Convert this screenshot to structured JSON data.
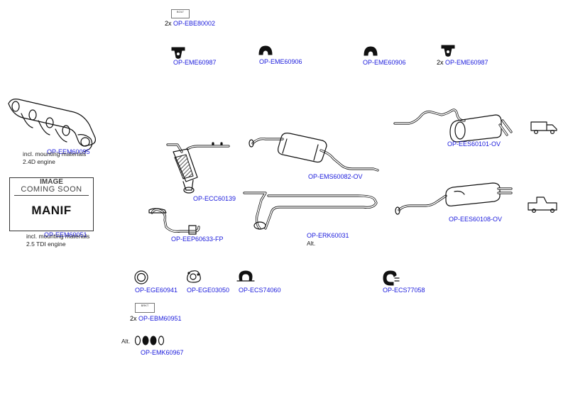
{
  "parts": {
    "ebe80002": {
      "qty": "2x",
      "code": "OP-EBE80002",
      "tag": "BOLT"
    },
    "eme60987_a": {
      "code": "OP-EME60987"
    },
    "eme60906_a": {
      "code": "OP-EME60906"
    },
    "eme60906_b": {
      "code": "OP-EME60906"
    },
    "eme60987_b": {
      "qty": "2x",
      "code": "OP-EME60987"
    },
    "eem60095": {
      "code": "OP-EEM60095",
      "note1": "incl. mounting materials",
      "note2": "2.4D engine"
    },
    "eem60051": {
      "code": "OP-EEM60051",
      "note1": "incl. mounting materials",
      "note2": "2.5 TDI engine"
    },
    "ecc60139": {
      "code": "OP-ECC60139"
    },
    "eep60633": {
      "code": "OP-EEP60633-FP"
    },
    "ems60082": {
      "code": "OP-EMS60082-OV"
    },
    "erk60031": {
      "code": "OP-ERK60031",
      "alt": "Alt."
    },
    "ees60101": {
      "code": "OP-EES60101-OV"
    },
    "ees60108": {
      "code": "OP-EES60108-OV"
    },
    "ege60941": {
      "code": "OP-EGE60941"
    },
    "ege03050": {
      "code": "OP-EGE03050"
    },
    "ecs74060": {
      "code": "OP-ECS74060"
    },
    "ecs77058": {
      "code": "OP-ECS77058"
    },
    "ebm60951": {
      "qty": "2x",
      "code": "OP-EBM60951",
      "tag": "BRKT"
    },
    "emk60967": {
      "code": "OP-EMK60967",
      "alt": "Alt."
    }
  },
  "placeholder": {
    "line1": "IMAGE",
    "line2": "COMING SOON",
    "main": "MANIF"
  },
  "colors": {
    "code_link": "#1a1adc",
    "drawing": "#111111"
  }
}
